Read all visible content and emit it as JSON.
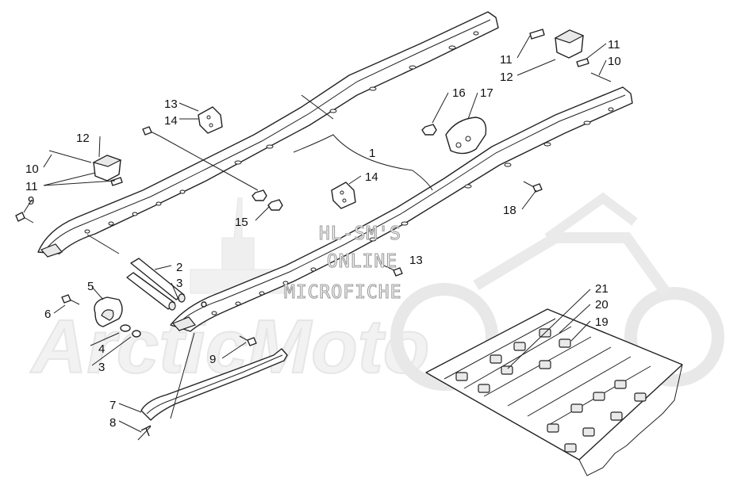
{
  "diagram": {
    "callouts": [
      {
        "id": "c1",
        "text": "1"
      },
      {
        "id": "c2",
        "text": "2"
      },
      {
        "id": "c3a",
        "text": "3"
      },
      {
        "id": "c3b",
        "text": "3"
      },
      {
        "id": "c4",
        "text": "4"
      },
      {
        "id": "c5",
        "text": "5"
      },
      {
        "id": "c6",
        "text": "6"
      },
      {
        "id": "c7",
        "text": "7"
      },
      {
        "id": "c8",
        "text": "8"
      },
      {
        "id": "c9a",
        "text": "9"
      },
      {
        "id": "c9b",
        "text": "9"
      },
      {
        "id": "c10a",
        "text": "10"
      },
      {
        "id": "c10b",
        "text": "10"
      },
      {
        "id": "c11a",
        "text": "11"
      },
      {
        "id": "c11b",
        "text": "11"
      },
      {
        "id": "c11c",
        "text": "11"
      },
      {
        "id": "c12a",
        "text": "12"
      },
      {
        "id": "c12b",
        "text": "12"
      },
      {
        "id": "c13a",
        "text": "13"
      },
      {
        "id": "c13b",
        "text": "13"
      },
      {
        "id": "c14a",
        "text": "14"
      },
      {
        "id": "c14b",
        "text": "14"
      },
      {
        "id": "c15",
        "text": "15"
      },
      {
        "id": "c16",
        "text": "16"
      },
      {
        "id": "c17",
        "text": "17"
      },
      {
        "id": "c18",
        "text": "18"
      },
      {
        "id": "c19",
        "text": "19"
      },
      {
        "id": "c20",
        "text": "20"
      },
      {
        "id": "c21",
        "text": "21"
      }
    ]
  },
  "watermark": {
    "line1": "HL-SM'S",
    "line2": "ONLINE",
    "line3": "MICROFICHE",
    "brand": "ArcticMoto"
  }
}
